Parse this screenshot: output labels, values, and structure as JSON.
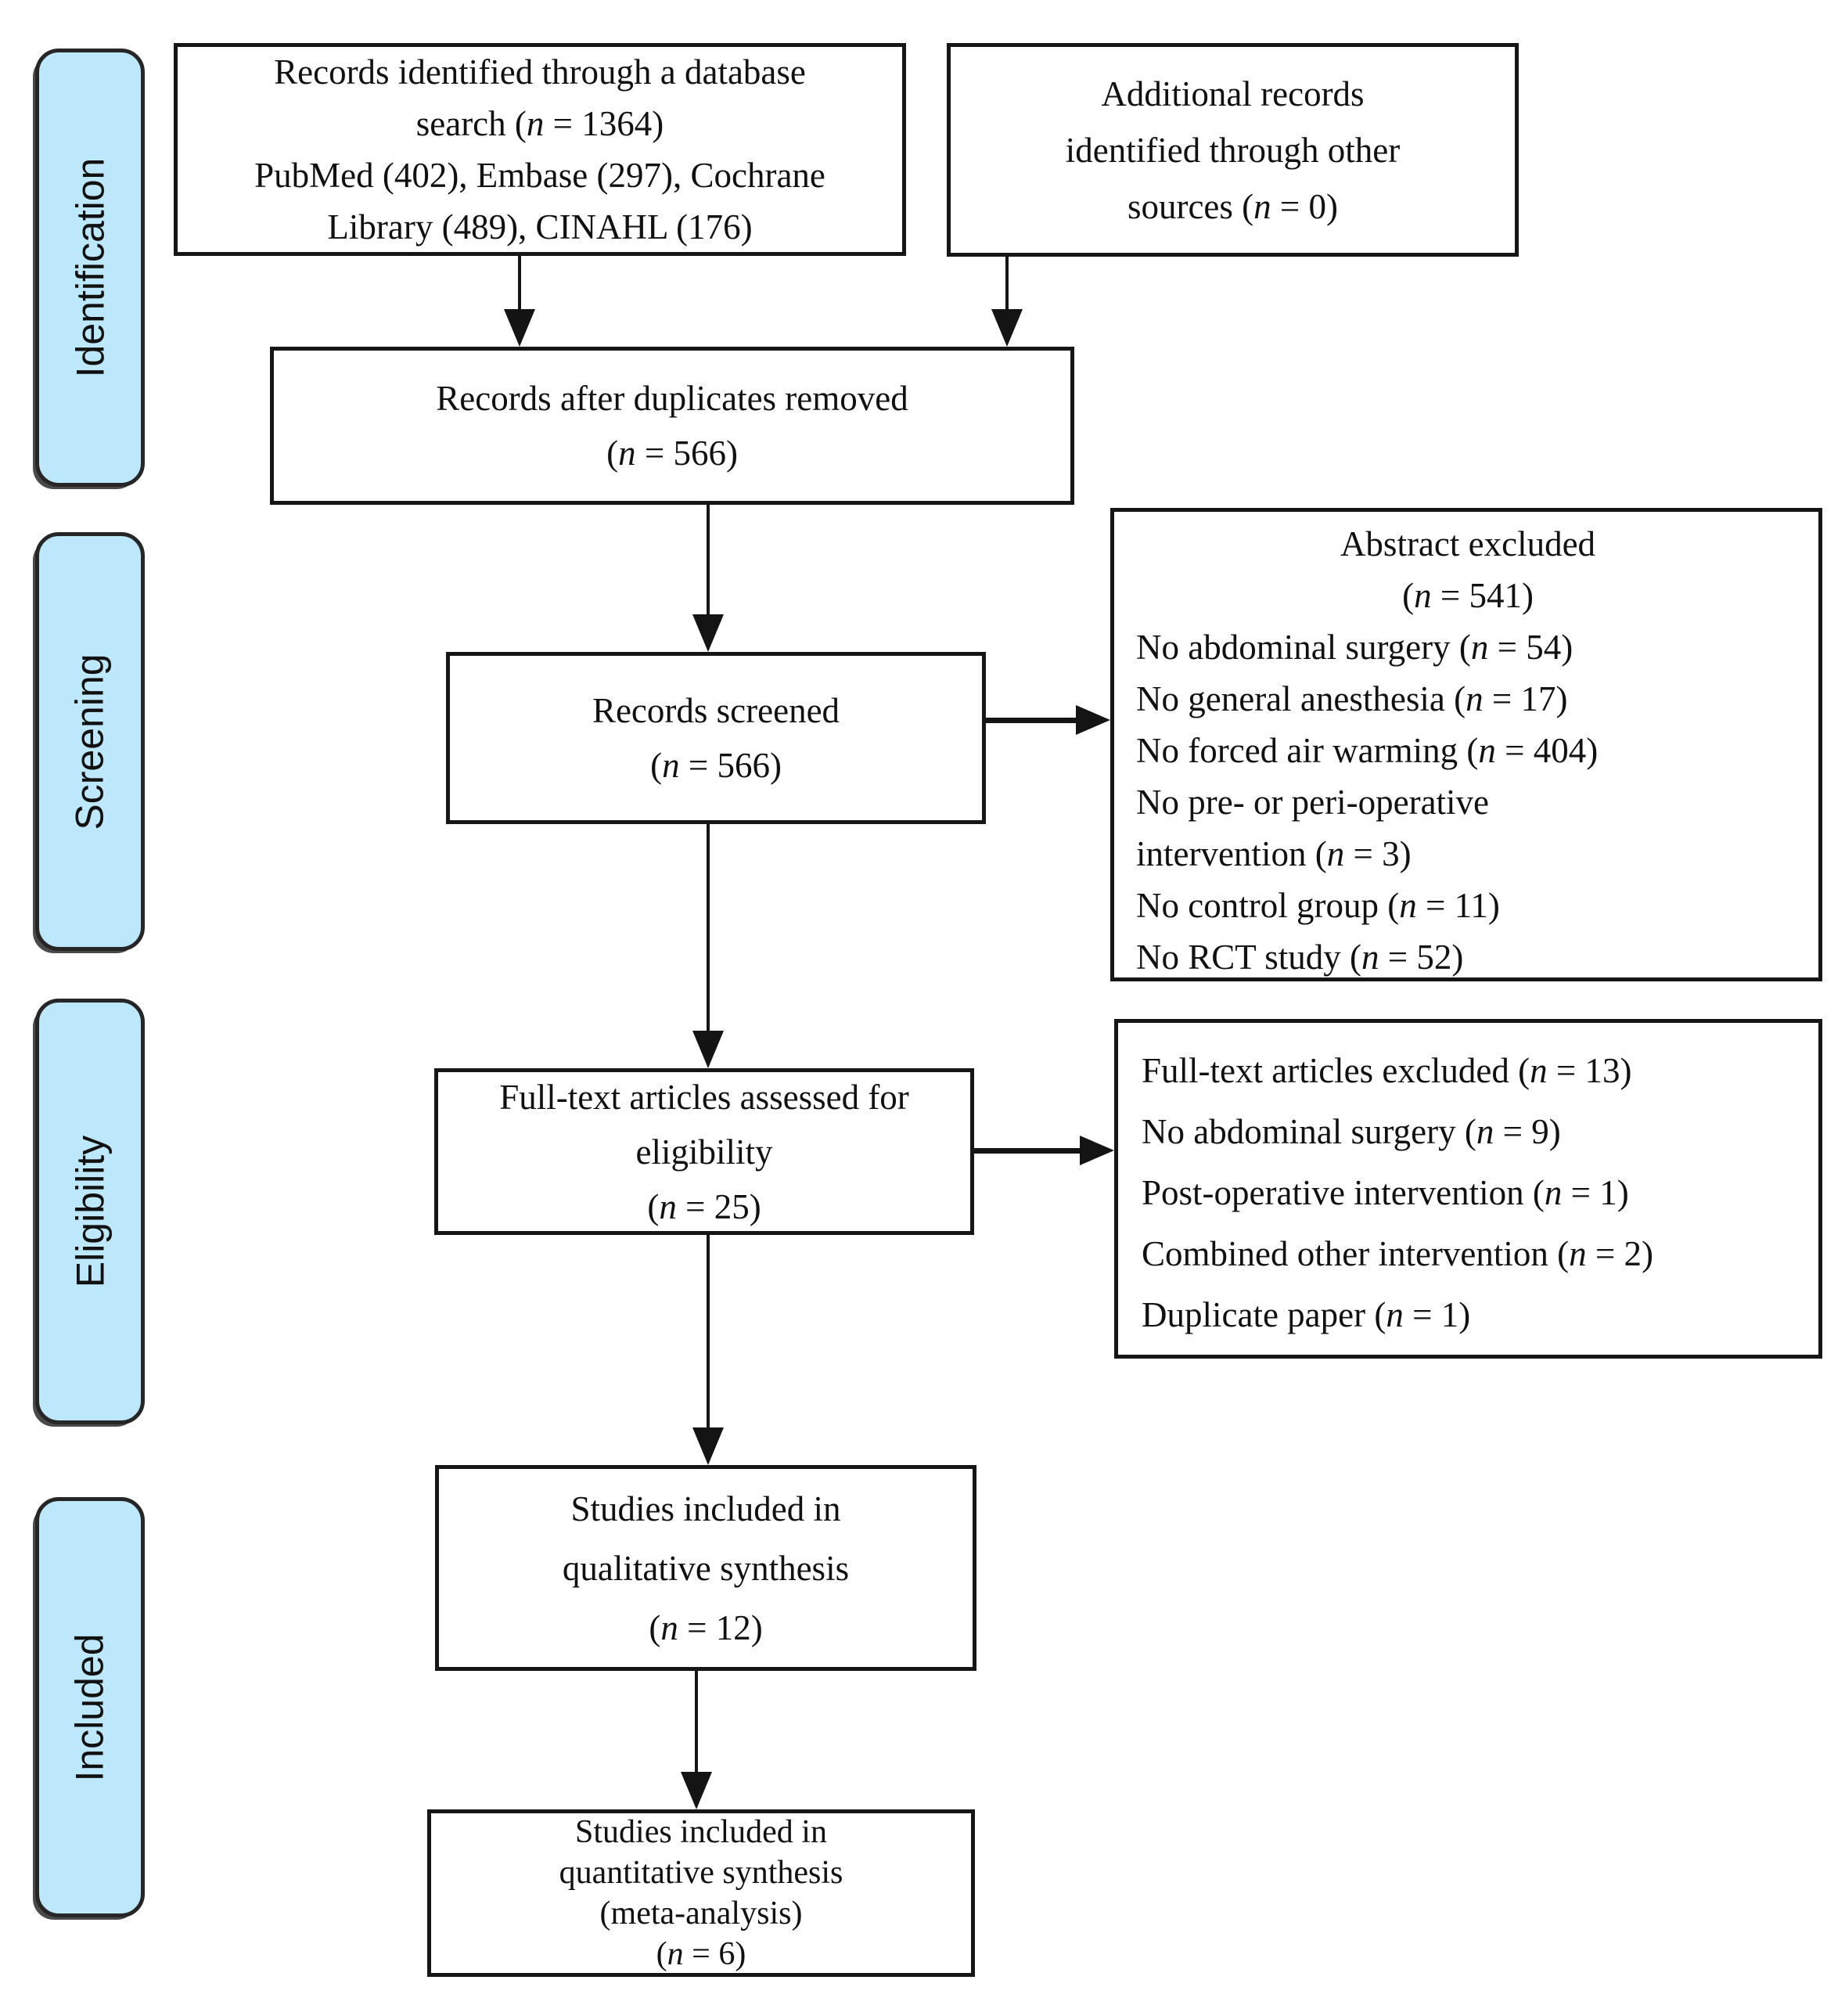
{
  "stages": [
    "Identification",
    "Screening",
    "Eligibility",
    "Included"
  ],
  "boxes": {
    "identified": {
      "lines": [
        "Records identified through a database",
        "search (n = 1364)",
        "PubMed (402), Embase (297), Cochrane",
        "Library (489), CINAHL (176)"
      ]
    },
    "additional": {
      "lines": [
        "Additional records",
        "identified through other",
        "sources (n = 0)"
      ]
    },
    "duplicates_removed": {
      "lines": [
        "Records after duplicates removed",
        "(n = 566)"
      ]
    },
    "screened": {
      "lines": [
        "Records screened",
        "(n = 566)"
      ]
    },
    "abstract_excluded": {
      "title": "Abstract excluded",
      "count": "(n = 541)",
      "items": [
        "No abdominal surgery (n = 54)",
        "No general anesthesia (n = 17)",
        "No forced air warming (n = 404)",
        "No pre- or peri-operative",
        "intervention (n = 3)",
        "No control group (n = 11)",
        "No RCT study (n = 52)"
      ]
    },
    "fulltext_assessed": {
      "lines": [
        "Full-text articles assessed for",
        "eligibility",
        "(n = 25)"
      ]
    },
    "fulltext_excluded": {
      "items": [
        "Full-text articles excluded (n = 13)",
        "No abdominal surgery (n = 9)",
        "Post-operative intervention (n = 1)",
        "Combined other intervention (n = 2)",
        "Duplicate paper (n = 1)"
      ]
    },
    "qualitative": {
      "lines": [
        "Studies included in",
        "qualitative synthesis",
        "(n = 12)"
      ]
    },
    "quantitative": {
      "lines": [
        "Studies included in",
        "quantitative synthesis",
        "(meta-analysis)",
        "(n = 6)"
      ]
    }
  },
  "colors": {
    "stage_fill": "#BDE7FA",
    "stroke": "#141414"
  }
}
